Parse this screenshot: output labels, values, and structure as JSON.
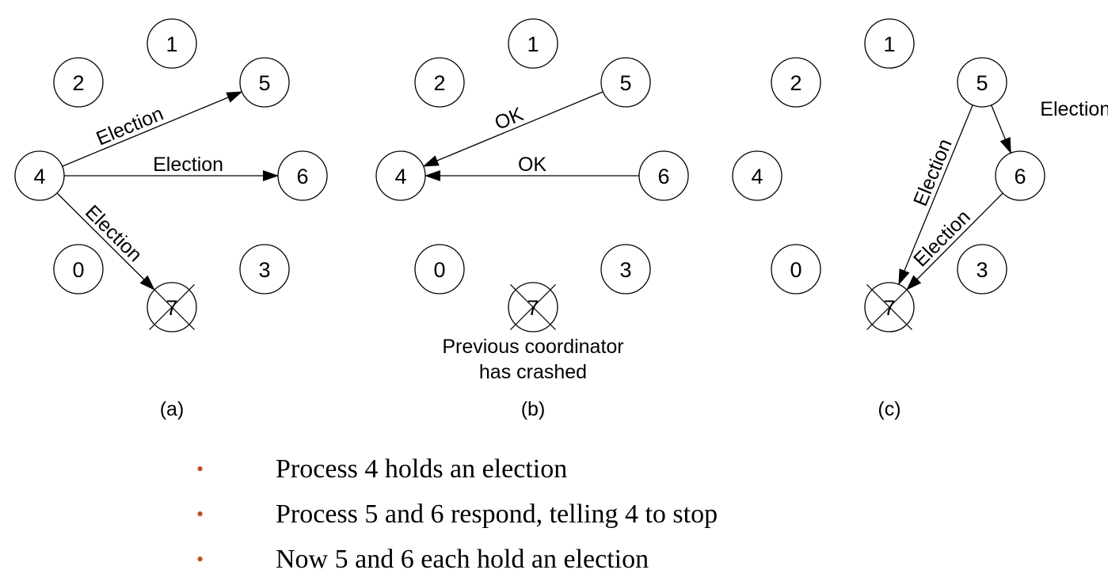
{
  "diagram": {
    "panels": [
      {
        "caption": "(a)",
        "nodes": [
          {
            "label": "0",
            "crashed": false
          },
          {
            "label": "1",
            "crashed": false
          },
          {
            "label": "2",
            "crashed": false
          },
          {
            "label": "3",
            "crashed": false
          },
          {
            "label": "4",
            "crashed": false
          },
          {
            "label": "5",
            "crashed": false
          },
          {
            "label": "6",
            "crashed": false
          },
          {
            "label": "7",
            "crashed": true
          }
        ],
        "edges": [
          {
            "from": "4",
            "to": "5",
            "label": "Election"
          },
          {
            "from": "4",
            "to": "6",
            "label": "Election"
          },
          {
            "from": "4",
            "to": "7",
            "label": "Election"
          }
        ]
      },
      {
        "caption": "(b)",
        "note": [
          "Previous coordinator",
          "has crashed"
        ],
        "nodes": [
          {
            "label": "0",
            "crashed": false
          },
          {
            "label": "1",
            "crashed": false
          },
          {
            "label": "2",
            "crashed": false
          },
          {
            "label": "3",
            "crashed": false
          },
          {
            "label": "4",
            "crashed": false
          },
          {
            "label": "5",
            "crashed": false
          },
          {
            "label": "6",
            "crashed": false
          },
          {
            "label": "7",
            "crashed": true
          }
        ],
        "edges": [
          {
            "from": "5",
            "to": "4",
            "label": "OK"
          },
          {
            "from": "6",
            "to": "4",
            "label": "OK"
          }
        ]
      },
      {
        "caption": "(c)",
        "nodes": [
          {
            "label": "0",
            "crashed": false
          },
          {
            "label": "1",
            "crashed": false
          },
          {
            "label": "2",
            "crashed": false
          },
          {
            "label": "3",
            "crashed": false
          },
          {
            "label": "4",
            "crashed": false
          },
          {
            "label": "5",
            "crashed": false
          },
          {
            "label": "6",
            "crashed": false
          },
          {
            "label": "7",
            "crashed": true
          }
        ],
        "edges": [
          {
            "from": "5",
            "to": "6",
            "label": "Election"
          },
          {
            "from": "5",
            "to": "7",
            "label": "Election"
          },
          {
            "from": "6",
            "to": "7",
            "label": "Election"
          }
        ]
      }
    ]
  },
  "bullets": {
    "marker": "•",
    "items": [
      "Process 4 holds an election",
      "Process 5 and 6 respond, telling 4 to stop",
      "Now 5 and 6 each hold an election"
    ]
  }
}
